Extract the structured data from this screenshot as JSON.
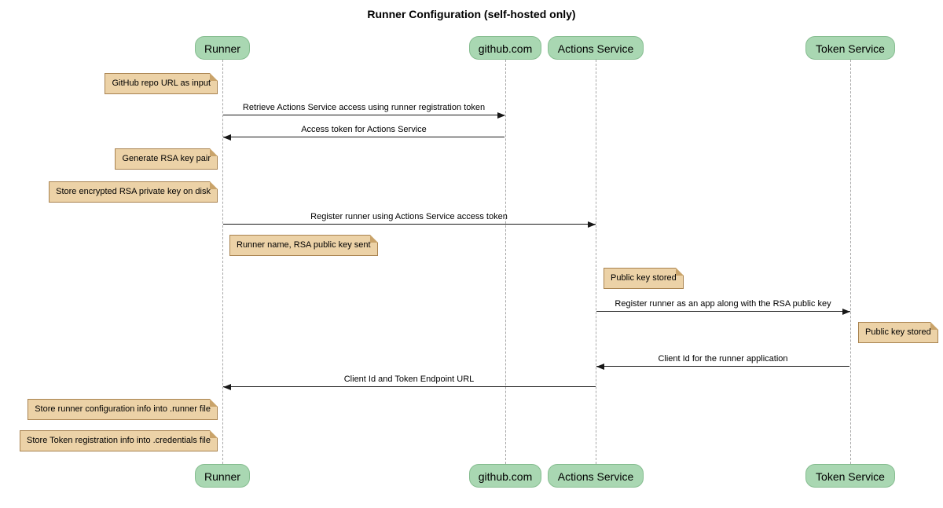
{
  "title": "Runner Configuration (self-hosted only)",
  "diagram_type": "sequence",
  "participants": [
    {
      "name": "Runner"
    },
    {
      "name": "github.com"
    },
    {
      "name": "Actions Service"
    },
    {
      "name": "Token Service"
    }
  ],
  "messages": [
    {
      "from": "Runner",
      "to": "github.com",
      "direction": "right",
      "label": "Retrieve Actions Service access using runner registration token"
    },
    {
      "from": "github.com",
      "to": "Runner",
      "direction": "left",
      "label": "Access token for Actions Service"
    },
    {
      "from": "Runner",
      "to": "Actions Service",
      "direction": "right",
      "label": "Register runner using Actions Service access token"
    },
    {
      "from": "Actions Service",
      "to": "Token Service",
      "direction": "right",
      "label": "Register runner as an app along with the RSA public key"
    },
    {
      "from": "Token Service",
      "to": "Actions Service",
      "direction": "left",
      "label": "Client Id for the runner application"
    },
    {
      "from": "Actions Service",
      "to": "Runner",
      "direction": "left",
      "label": "Client Id and Token Endpoint URL"
    }
  ],
  "notes": [
    {
      "position": "left of Runner",
      "text": "GitHub repo URL as input"
    },
    {
      "position": "left of Runner",
      "text": "Generate RSA key pair"
    },
    {
      "position": "left of Runner",
      "text": "Store encrypted RSA private key on disk"
    },
    {
      "position": "right of Runner",
      "text": "Runner name, RSA public key sent"
    },
    {
      "position": "right of Actions Service",
      "text": "Public key stored"
    },
    {
      "position": "right of Token Service",
      "text": "Public key stored"
    },
    {
      "position": "left of Runner",
      "text": "Store runner configuration info into .runner file"
    },
    {
      "position": "left of Runner",
      "text": "Store Token registration info into .credentials file"
    }
  ],
  "colors": {
    "bg": "#ffffff",
    "text_color": "#000000",
    "participant_fill": "#a9d7b2",
    "participant_border": "#86bd90",
    "note_fill": "#ecd2a7",
    "note_border": "#a8824f",
    "note_fold": "#c9a36a",
    "lifeline_color": "#a8a8a8",
    "arrow_color": "#181818"
  }
}
